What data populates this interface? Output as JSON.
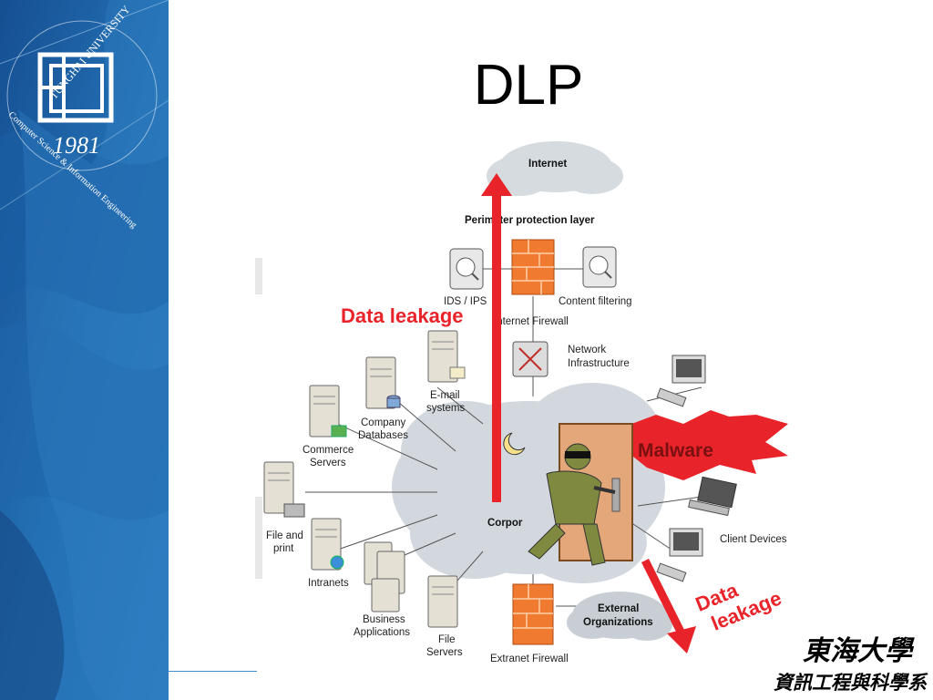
{
  "slide": {
    "title": "DLP"
  },
  "logo": {
    "university": "TUNGHAI UNIVERSITY",
    "department": "Computer Science & Information Engineering",
    "year": "1981"
  },
  "footer_logo": {
    "line1": "東海大學",
    "line2": "資訊工程與科學系"
  },
  "diagram": {
    "internet": "Internet",
    "perimeter": "Perimeter protection layer",
    "ids": "IDS / IPS",
    "content_filtering": "Content filtering",
    "internet_firewall": "Internet Firewall",
    "network_infra_1": "Network",
    "network_infra_2": "Infrastructure",
    "email_1": "E-mail",
    "email_2": "systems",
    "company_db_1": "Company",
    "company_db_2": "Databases",
    "commerce_1": "Commerce",
    "commerce_2": "Servers",
    "file_print_1": "File and",
    "file_print_2": "print",
    "intranets": "Intranets",
    "business_1": "Business",
    "business_2": "Applications",
    "file_servers_1": "File",
    "file_servers_2": "Servers",
    "extranet_firewall": "Extranet Firewall",
    "external_1": "External",
    "external_2": "Organizations",
    "client_devices": "Client Devices",
    "corporate": "Corpor",
    "data_leakage_top": "Data leakage",
    "data_leakage_bottom_1": "Data",
    "data_leakage_bottom_2": "leakage",
    "malware": "Malware"
  },
  "colors": {
    "sidebar_dark": "#0d3f7f",
    "sidebar_mid": "#1f6bb0",
    "arrow_red": "#e8242a",
    "firewall_orange": "#f07a30",
    "cloud": "#d8dde3"
  }
}
